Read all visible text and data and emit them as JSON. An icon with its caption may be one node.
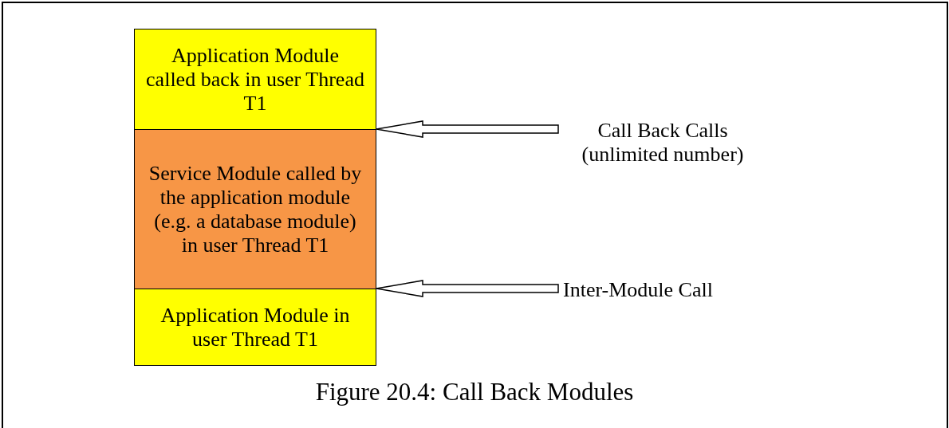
{
  "diagram": {
    "caption": "Figure 20.4: Call Back Modules",
    "nodes": [
      {
        "text": [
          "Application Module called back in user Thread T1"
        ]
      },
      {
        "text": [
          "Service Module called by the application module (e.g. a database module) in user Thread T1"
        ]
      },
      {
        "text": [
          "Application Module in user Thread T1"
        ]
      },
      {
        "text": [
          "Call Back Calls (unlimited number)"
        ]
      },
      {
        "text": [
          "Inter-Module Call"
        ]
      }
    ],
    "edges": [
      {
        "from": 3,
        "to": null,
        "arrow": "to"
      },
      {
        "from": 4,
        "to": null,
        "arrow": "to"
      }
    ]
  }
}
